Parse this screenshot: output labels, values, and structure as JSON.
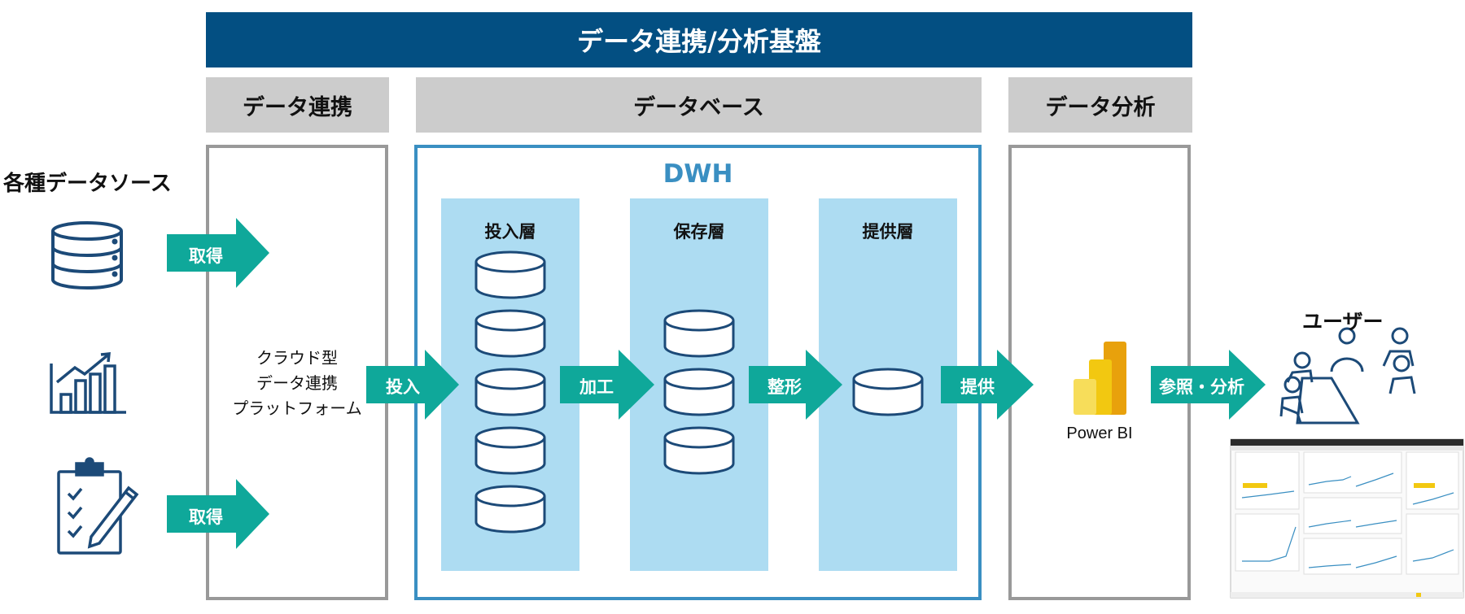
{
  "banner": {
    "title": "データ連携/分析基盤"
  },
  "headers": {
    "integration": "データ連携",
    "database": "データベース",
    "analysis": "データ分析"
  },
  "sources": {
    "label": "各種データソース"
  },
  "cloud_platform": {
    "line1": "クラウド型",
    "line2": "データ連携",
    "line3": "プラットフォーム"
  },
  "dwh": {
    "title": "DWH",
    "layers": [
      {
        "name": "投入層",
        "cylinders": 5
      },
      {
        "name": "保存層",
        "cylinders": 3
      },
      {
        "name": "提供層",
        "cylinders": 1
      }
    ]
  },
  "arrows": {
    "acquire_top": "取得",
    "acquire_bottom": "取得",
    "input": "投入",
    "process": "加工",
    "shape": "整形",
    "provide": "提供",
    "reference": "参照・分析"
  },
  "powerbi": {
    "label": "Power BI"
  },
  "users": {
    "label": "ユーザー"
  },
  "colors": {
    "navy": "#034f82",
    "teal": "#0fa89a",
    "dwh_border": "#3a8fc2",
    "layer_fill": "#addcf2",
    "icon_stroke": "#1c4a78",
    "header_gray": "#cccccc"
  }
}
